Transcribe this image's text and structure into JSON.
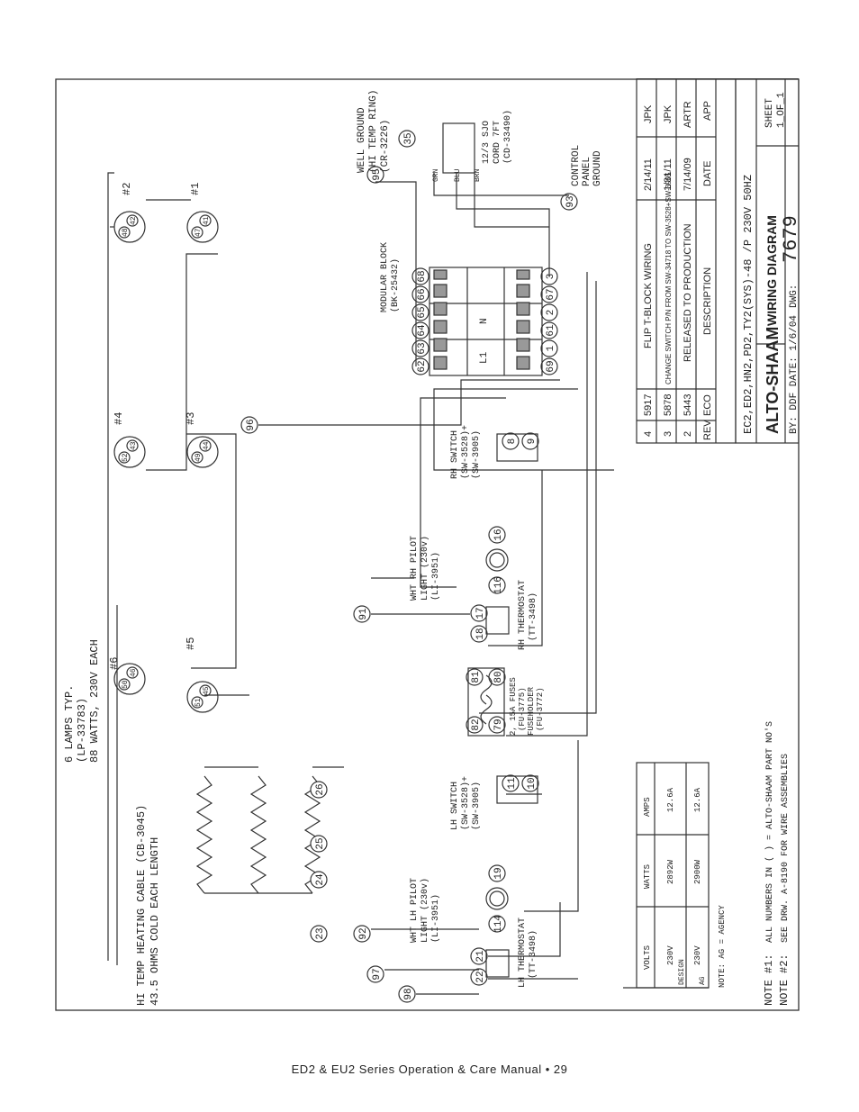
{
  "labels": {
    "lamps_typ": "6 LAMPS TYP.",
    "lamp_part": "(LP-33783)",
    "lamp_watts": "88 WATTS, 230V EACH",
    "lamp_6": "#6",
    "lamp_5": "#5",
    "lamp_4": "#4",
    "lamp_3": "#3",
    "lamp_2": "#2",
    "lamp_1": "#1",
    "heating_cable": "HI TEMP HEATING CABLE (CB-3045)",
    "heating_ohms": "43.5 OHMS COLD EACH LENGTH",
    "well_ground_1": "WELL GROUND",
    "well_ground_2": "(HI TEMP RING)",
    "well_ground_3": "(CR-3226)",
    "cord_1": "12/3 SJO",
    "cord_2": "CORD 7FT",
    "cord_3": "(CD-33490)",
    "wire_grn": "GRN",
    "wire_blu": "BLU",
    "wire_brn": "BRN",
    "control_ground_1": "CONTROL",
    "control_ground_2": "PANEL",
    "control_ground_3": "GROUND",
    "modular_block_1": "MODULAR BLOCK",
    "modular_block_2": "(BK-25432)",
    "block_l1": "L1",
    "block_n": "N",
    "rh_switch_1": "RH SWITCH",
    "rh_switch_2": "(SW-3528)+",
    "rh_switch_3": "(SW-3905)",
    "lh_switch_1": "LH SWITCH",
    "lh_switch_2": "(SW-3528)+",
    "lh_switch_3": "(SW-3905)",
    "rh_pilot_1": "WHT RH PILOT",
    "rh_pilot_2": "LIGHT (230v)",
    "rh_pilot_3": "(LI-3951)",
    "lh_pilot_1": "WHT LH PILOT",
    "lh_pilot_2": "LIGHT (230v)",
    "lh_pilot_3": "(LI-3951)",
    "rh_thermo_1": "RH THERMOSTAT",
    "rh_thermo_2": "(TT-3498)",
    "lh_thermo_1": "LH THERMOSTAT",
    "lh_thermo_2": "(TT-3498)",
    "fuses_1": "2, 15A FUSES",
    "fuses_2": "(FU-3775)",
    "fuses_3": "FUSEHOLDER",
    "fuses_4": "(FU-3772)"
  },
  "terminals": [
    "95",
    "35",
    "93",
    "96",
    "91",
    "92",
    "97",
    "98",
    "23",
    "24",
    "25",
    "26",
    "8",
    "9",
    "10",
    "11",
    "16",
    "116",
    "17",
    "18",
    "19",
    "114",
    "21",
    "22",
    "79",
    "80",
    "81",
    "82",
    "62",
    "63",
    "64",
    "65",
    "66",
    "68",
    "69",
    "1",
    "61",
    "2",
    "67",
    "3",
    "52",
    "43",
    "49",
    "44",
    "47",
    "41",
    "48",
    "42",
    "50",
    "46",
    "51",
    "45"
  ],
  "table": {
    "headers": [
      "VOLTS",
      "WATTS",
      "AMPS"
    ],
    "side_design": "DESIGN",
    "side_ag": "AG",
    "rows": [
      [
        "230V",
        "2892W",
        "12.6A"
      ],
      [
        "230V",
        "2900W",
        "12.6A"
      ]
    ],
    "note_ag": "NOTE: AG = AGENCY"
  },
  "notes": {
    "note1_head": "NOTE #1:",
    "note1_text": "ALL NUMBERS IN ( ) = ALTO-SHAAM PART NO'S",
    "note2_head": "NOTE #2:",
    "note2_text": "SEE DRW. A-8190 FOR WIRE ASSEMBLIES"
  },
  "revisions": {
    "rows": [
      [
        "4",
        "5917",
        "FLIP T-BLOCK WIRING",
        "2/14/11",
        "JPK"
      ],
      [
        "3",
        "5878",
        "CHANGE SWITCH P/N FROM SW-34718 TO SW-3528+SW-3905",
        "1/31/11",
        "JPK"
      ],
      [
        "2",
        "5443",
        "RELEASED TO PRODUCTION",
        "7/14/09",
        "ARTR"
      ]
    ],
    "header": [
      "REV",
      "ECO",
      "DESCRIPTION",
      "DATE",
      "APP"
    ]
  },
  "title_block": {
    "models": "EC2,ED2,HN2,PD2,TY2(SYS)-48 /P 230V 50HZ",
    "brand": "ALTO-SHAAM",
    "title": "WIRING DIAGRAM",
    "sheet_label": "SHEET",
    "sheet_value": "1_OF_1",
    "dwg_label": "DWG:",
    "dwg_number": "7679",
    "by_line": "BY: DDF DATE: 1/6/04"
  },
  "footer": "ED2 & EU2 Series Operation & Care Manual • 29"
}
